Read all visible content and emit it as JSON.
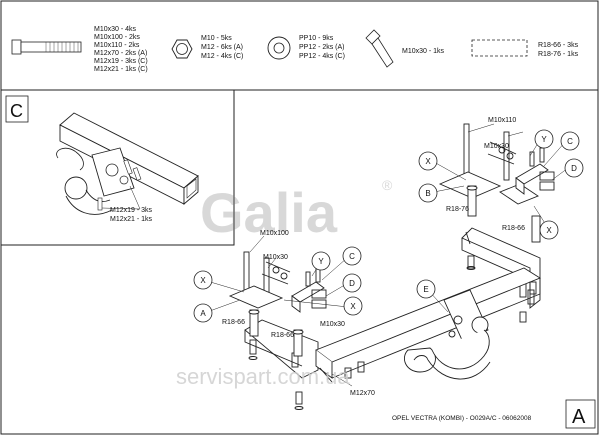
{
  "parts": {
    "bolt": [
      "M10x30 - 4ks",
      "M10x100 - 2ks",
      "M10x110 - 2ks",
      "M12x70 - 2ks (A)",
      "M12x19 - 3ks (C)",
      "M12x21 - 1ks (C)"
    ],
    "nut": [
      "M10 - 5ks",
      "M12 - 6ks (A)",
      "M12 - 4ks (C)"
    ],
    "washer": [
      "PP10 - 9ks",
      "PP12 - 2ks (A)",
      "PP12 - 4ks (C)"
    ],
    "lbolt": [
      "M10x30 - 1ks"
    ],
    "spacer": [
      "R18-66 - 3ks",
      "R18-76 - 1ks"
    ]
  },
  "detail": {
    "panel_letter": "C",
    "labels": [
      "M12x19 - 3ks",
      "M12x21 - 1ks"
    ]
  },
  "main": {
    "watermark_logo": "Galia",
    "reg_mark": "®",
    "letters": {
      "x1": "X",
      "x2": "X",
      "x3": "X",
      "x4": "X",
      "a": "A",
      "b": "B",
      "c1": "C",
      "c2": "C",
      "d1": "D",
      "d2": "D",
      "e": "E",
      "y1": "Y",
      "y2": "Y"
    },
    "labels": {
      "m10x110": "M10x110",
      "m10x30_r": "M10x30",
      "r18_76": "R18-76",
      "r18_66_r": "R18-66",
      "m10x100": "M10x100",
      "m10x30_l": "M10x30",
      "r18_66_l1": "R18-66",
      "r18_66_l2": "R18-66",
      "m10x30_c": "M10x30",
      "m12x70": "M12x70"
    },
    "watermark_site": "servispart.com.ua",
    "footer": "OPEL VECTRA (KOMBI) - O029A/C - 06062008",
    "sheet_letter": "A"
  }
}
